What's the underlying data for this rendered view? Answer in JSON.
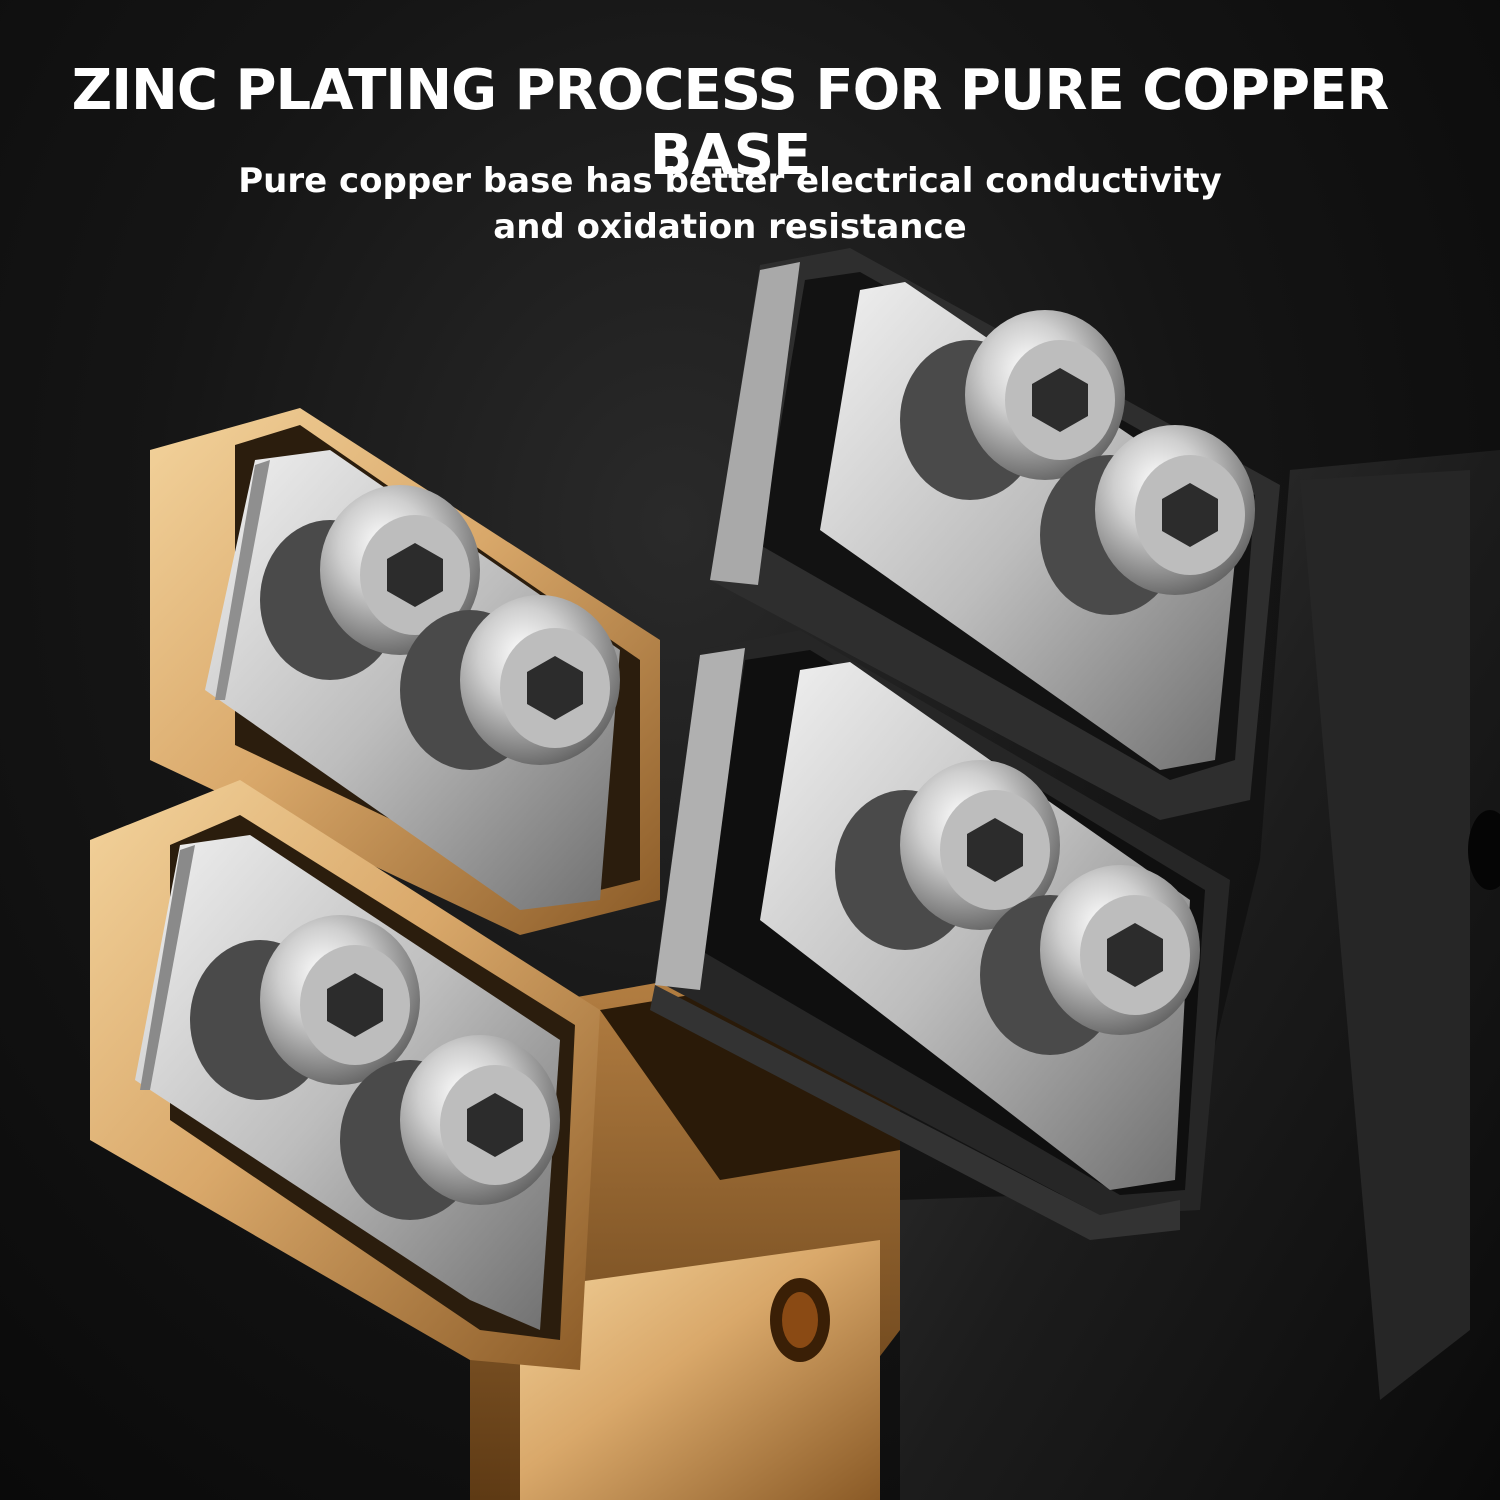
{
  "headline": "ZINC PLATING PROCESS FOR PURE COPPER BASE",
  "subheadline": {
    "line1": "Pure copper base has better electrical conductivity",
    "line2": "and oxidation resistance"
  },
  "colors": {
    "background": "#0c0c0c",
    "copper_gold": "#d9a86a",
    "silver": "#c9c9c9",
    "black_body": "#1c1c1c"
  }
}
